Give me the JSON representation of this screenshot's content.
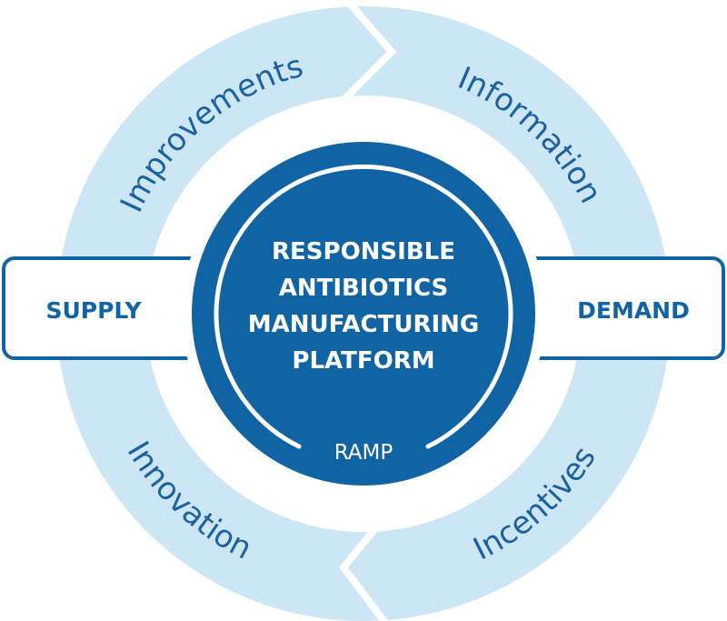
{
  "colors": {
    "ring": "#cde6f6",
    "core": "#1164a3",
    "text": "#1b63a0",
    "background": "#ffffff"
  },
  "ring_labels": {
    "top_left": "Improvements",
    "top_right": "Information",
    "bottom_left": "Innovation",
    "bottom_right": "Incentives"
  },
  "boxes": {
    "left": "SUPPLY",
    "right": "DEMAND"
  },
  "center": {
    "lines": [
      "RESPONSIBLE",
      "ANTIBIOTICS",
      "MANUFACTURING",
      "PLATFORM"
    ],
    "acronym": "RAMP"
  }
}
